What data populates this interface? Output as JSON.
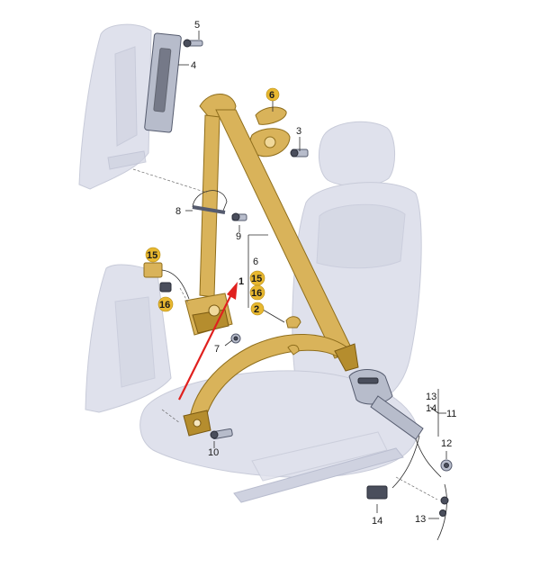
{
  "diagram": {
    "callouts": [
      {
        "id": "c5",
        "label": "5",
        "highlight": false
      },
      {
        "id": "c4",
        "label": "4",
        "highlight": false
      },
      {
        "id": "c6a",
        "label": "6",
        "highlight": true
      },
      {
        "id": "c3",
        "label": "3",
        "highlight": false
      },
      {
        "id": "c8",
        "label": "8",
        "highlight": false
      },
      {
        "id": "c9",
        "label": "9",
        "highlight": false
      },
      {
        "id": "c15a",
        "label": "15",
        "highlight": true
      },
      {
        "id": "c16a",
        "label": "16",
        "highlight": true
      },
      {
        "id": "c6b",
        "label": "6",
        "highlight": false
      },
      {
        "id": "c1",
        "label": "1",
        "highlight": true
      },
      {
        "id": "c15b",
        "label": "15",
        "highlight": true
      },
      {
        "id": "c16b",
        "label": "16",
        "highlight": true
      },
      {
        "id": "c2",
        "label": "2",
        "highlight": true
      },
      {
        "id": "c7",
        "label": "7",
        "highlight": false
      },
      {
        "id": "c10",
        "label": "10",
        "highlight": false
      },
      {
        "id": "c13a",
        "label": "13",
        "highlight": false
      },
      {
        "id": "c14a",
        "label": "14",
        "highlight": false
      },
      {
        "id": "c11",
        "label": "11",
        "highlight": false
      },
      {
        "id": "c12",
        "label": "12",
        "highlight": false
      },
      {
        "id": "c14b",
        "label": "14",
        "highlight": false
      },
      {
        "id": "c13b",
        "label": "13",
        "highlight": false
      }
    ],
    "colors": {
      "highlight_badge": "#e8b830",
      "belt": "#d9b35a",
      "arrow": "#e0201e",
      "ghost_parts": "#dfe1ec"
    }
  }
}
